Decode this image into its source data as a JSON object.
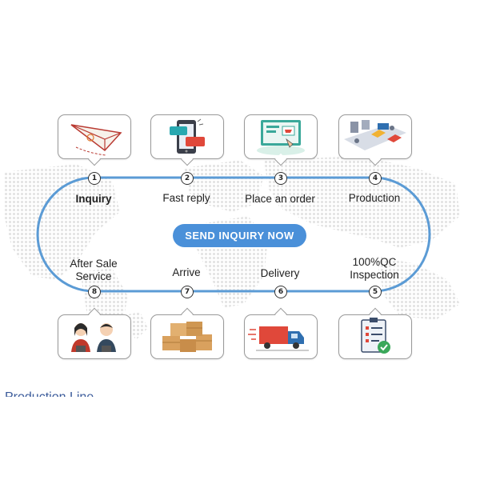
{
  "steps": [
    {
      "num": "1",
      "label": "Inquiry",
      "icon": "paper-plane-icon"
    },
    {
      "num": "2",
      "label": "Fast reply",
      "icon": "smartphone-chat-icon"
    },
    {
      "num": "3",
      "label": "Place an order",
      "icon": "online-order-icon"
    },
    {
      "num": "4",
      "label": "Production",
      "icon": "factory-line-icon"
    },
    {
      "num": "5",
      "label_line1": "100%QC",
      "label_line2": "Inspection",
      "icon": "checklist-icon"
    },
    {
      "num": "6",
      "label": "Delivery",
      "icon": "delivery-truck-icon"
    },
    {
      "num": "7",
      "label": "Arrive",
      "icon": "boxes-icon"
    },
    {
      "num": "8",
      "label_line1": "After Sale",
      "label_line2": "Service",
      "icon": "support-staff-icon"
    }
  ],
  "cta_label": "SEND INQUIRY NOW",
  "partial_heading": "Production Line",
  "colors": {
    "track": "#5b9bd5",
    "cta": "#4a90d9",
    "map_dots": "#e3e3e3"
  }
}
